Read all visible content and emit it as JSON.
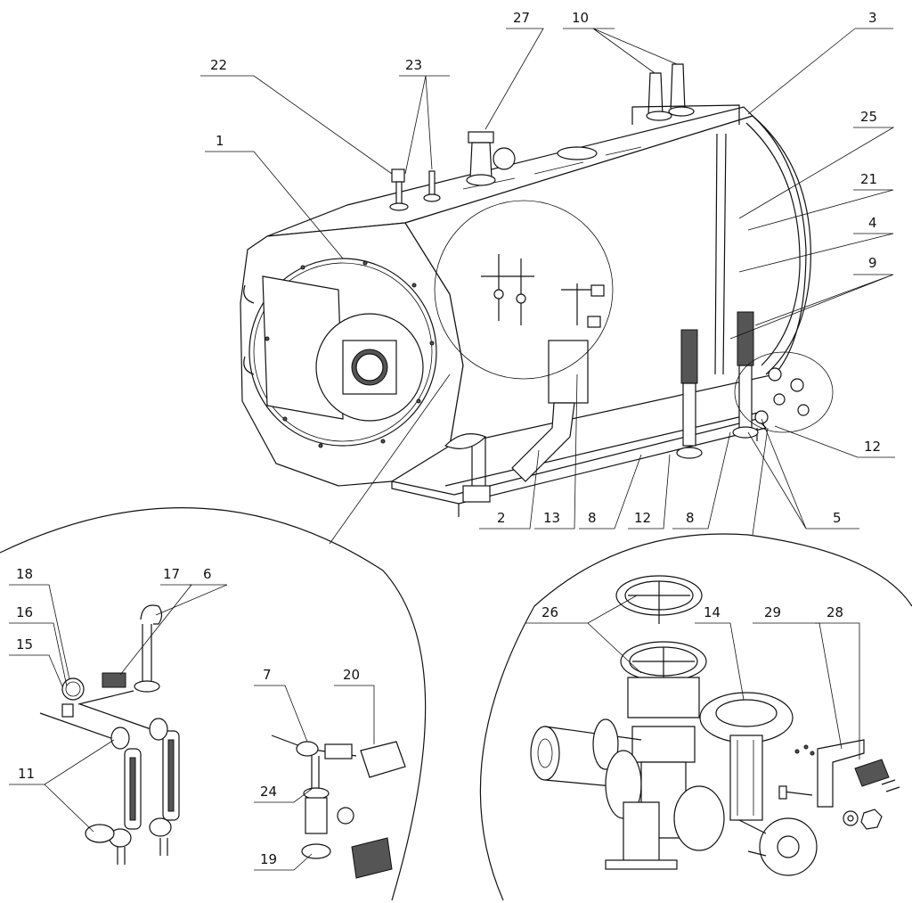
{
  "callouts": {
    "c1": "1",
    "c2": "2",
    "c3": "3",
    "c4": "4",
    "c5": "5",
    "c6": "6",
    "c7": "7",
    "c8a": "8",
    "c8b": "8",
    "c9": "9",
    "c10": "10",
    "c11": "11",
    "c12a": "12",
    "c12b": "12",
    "c13": "13",
    "c14": "14",
    "c15": "15",
    "c16": "16",
    "c17": "17",
    "c18": "18",
    "c19": "19",
    "c20": "20",
    "c21": "21",
    "c22": "22",
    "c23": "23",
    "c24": "24",
    "c25": "25",
    "c26": "26",
    "c27": "27",
    "c28": "28",
    "c29": "29"
  }
}
